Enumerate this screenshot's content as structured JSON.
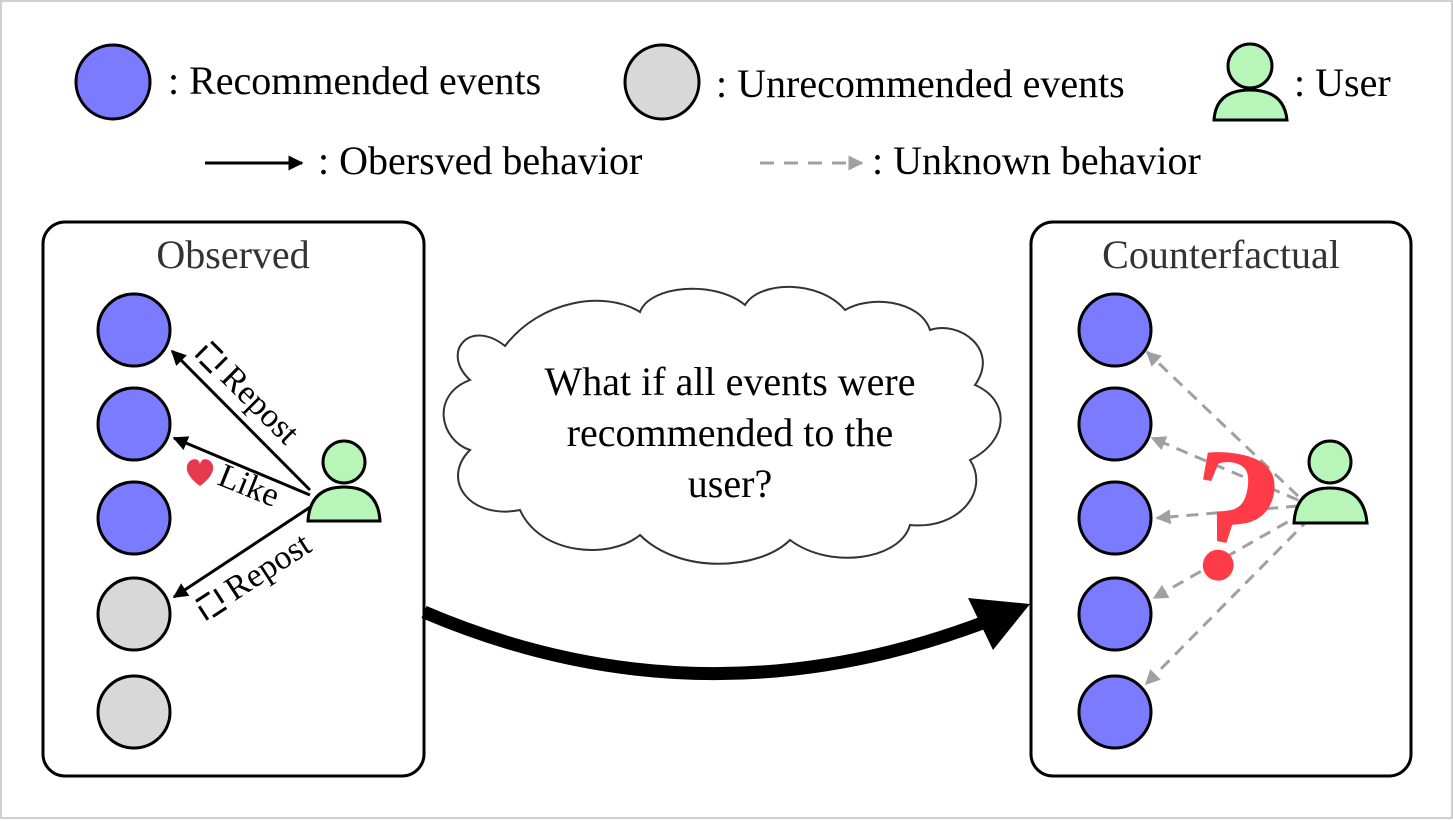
{
  "legend": {
    "recommended": ": Recommended events",
    "unrecommended": ": Unrecommended events",
    "user": ": User",
    "observed_behavior": ": Obersved behavior",
    "unknown_behavior": ": Unknown behavior"
  },
  "left_panel": {
    "title": "Observed",
    "events": [
      "recommended",
      "recommended",
      "recommended",
      "unrecommended",
      "unrecommended"
    ],
    "actions": {
      "repost_top": "Repost",
      "like": "Like",
      "repost_bottom": "Repost"
    }
  },
  "thought_bubble": {
    "line1": "What if all events were",
    "line2": "recommended to the",
    "line3": "user?"
  },
  "right_panel": {
    "title": "Counterfactual",
    "events": [
      "recommended",
      "recommended",
      "recommended",
      "recommended",
      "recommended"
    ],
    "question_mark": "?"
  },
  "colors": {
    "recommended": "#7b7bff",
    "unrecommended": "#d8d8d8",
    "user": "#b8f5b8",
    "unknown_arrow": "#a0a0a0",
    "heart": "#e8384f",
    "question": "#ff3b47"
  }
}
